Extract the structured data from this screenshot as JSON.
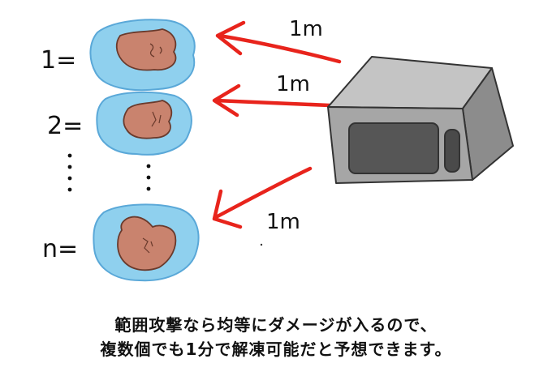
{
  "labels": {
    "item1": "1=",
    "item2": "2=",
    "itemn": "n="
  },
  "distances": {
    "arrow1": "1m",
    "arrow2": "1m",
    "arrow3": "1m"
  },
  "caption": {
    "line1": "範囲攻撃なら均等にダメージが入るので、",
    "line2": "複数個でも1分で解凍可能だと予想できます。"
  },
  "colors": {
    "ice": "#8fd0ee",
    "ice_edge": "#5aa8d8",
    "meat": "#c9836e",
    "meat_edge": "#6a3a2c",
    "arrow": "#e8241c",
    "microwave_body": "#a6a6a6",
    "microwave_top": "#c4c4c4",
    "microwave_side": "#8c8c8c",
    "microwave_window": "#565656",
    "microwave_panel": "#6a6a6a"
  },
  "icons": [
    "frozen-meat-icon",
    "microwave-icon",
    "arrow-icon"
  ]
}
